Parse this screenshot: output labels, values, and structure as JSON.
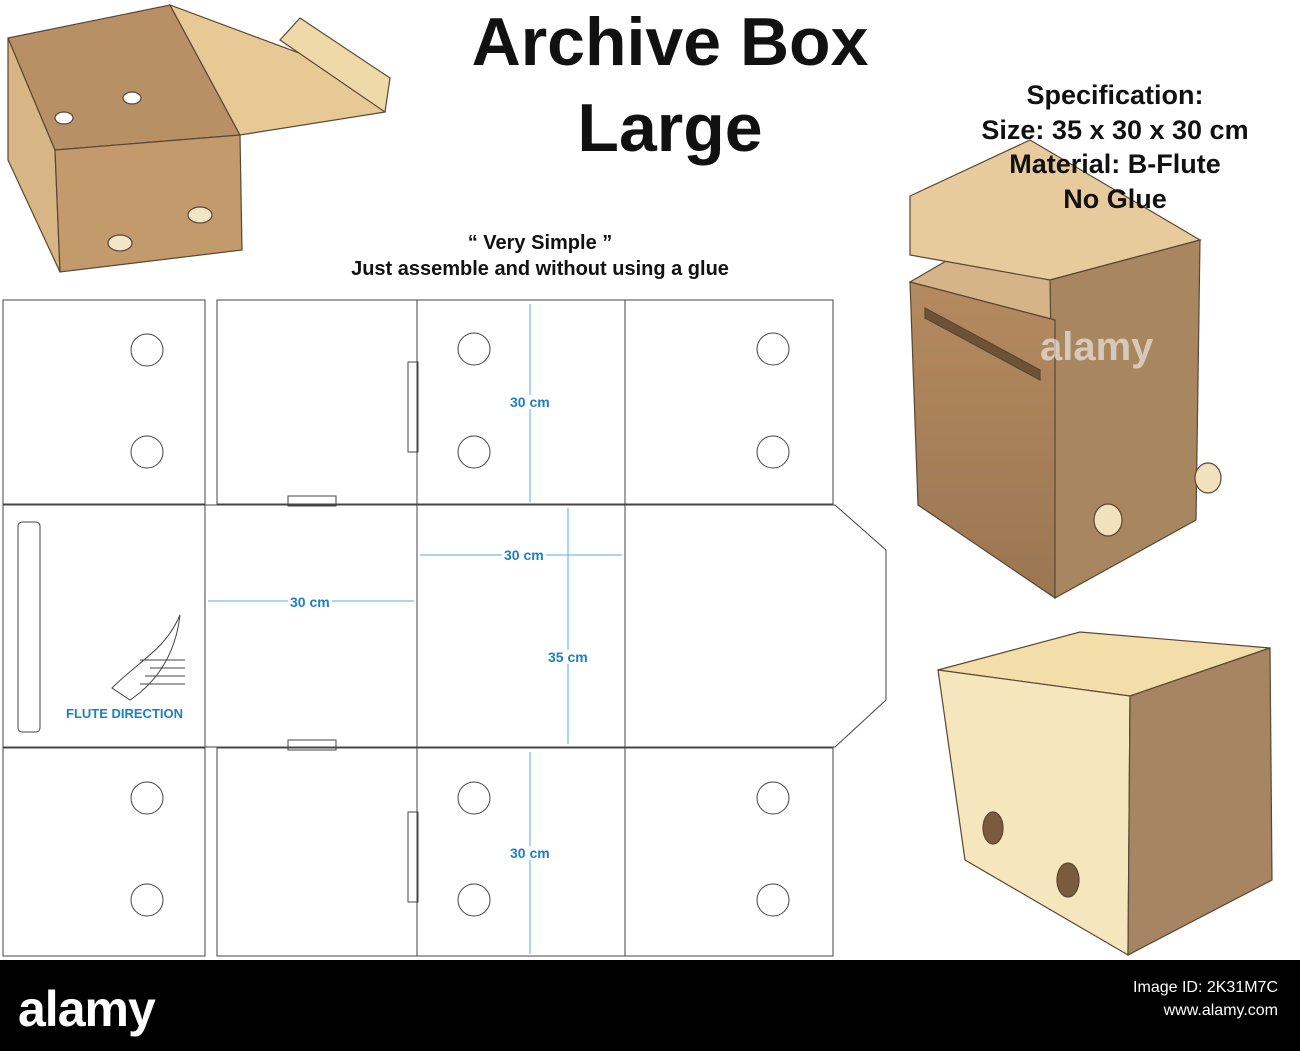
{
  "title": {
    "line1": "Archive Box",
    "line2": "Large"
  },
  "specification": {
    "heading": "Specification:",
    "size": "Size: 35 x 30 x 30 cm",
    "material": "Material: B-Flute",
    "glue": "No Glue"
  },
  "subtitle": {
    "line1": "“ Very Simple ”",
    "line2": "Just assemble and without using a glue"
  },
  "dimensions": {
    "top_height": "30 cm",
    "width_mid": "30 cm",
    "width_left": "30 cm",
    "length": "35 cm",
    "bottom_height": "30 cm"
  },
  "flute_label": "FLUTE DIRECTION",
  "footer": {
    "brand": "alamy",
    "image_id": "Image ID: 2K31M7C",
    "site": "www.alamy.com"
  },
  "watermark": "alamy",
  "colors": {
    "cardboard": "#c9a06d",
    "cardboard_dark": "#a57b52",
    "cardboard_light": "#f0d9a8",
    "dim_blue": "#1f7fbf",
    "footer": "#000000"
  }
}
